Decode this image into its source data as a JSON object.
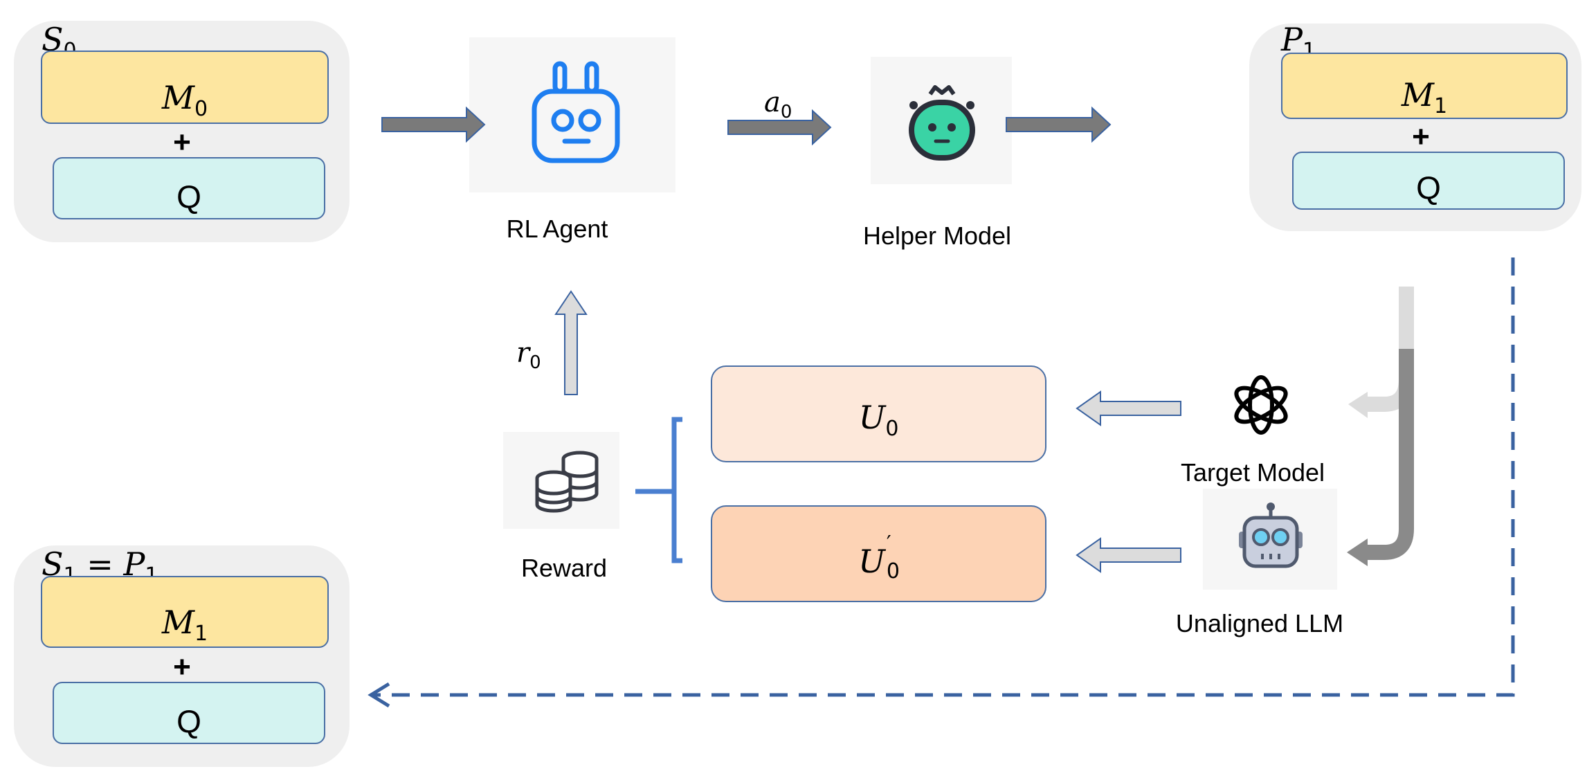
{
  "state_s0": {
    "state_label": "S",
    "state_sub": "0",
    "memory_label": "M",
    "memory_sub": "0",
    "plus": "+",
    "query": "Q"
  },
  "state_p1": {
    "state_label": "P",
    "state_sub": "1",
    "memory_label": "M",
    "memory_sub": "1",
    "plus": "+",
    "query": "Q"
  },
  "state_s1": {
    "state_label": "S",
    "state_sub": "1",
    "eq_text": "= P",
    "eq_sub": "1",
    "memory_label": "M",
    "memory_sub": "1",
    "plus": "+",
    "query": "Q"
  },
  "nodes": {
    "rl_agent": "RL Agent",
    "helper_model": "Helper Model",
    "target_model": "Target Model",
    "unaligned_llm": "Unaligned LLM",
    "reward": "Reward"
  },
  "edges": {
    "action": {
      "label": "a",
      "sub": "0"
    },
    "reward_signal": {
      "label": "r",
      "sub": "0"
    }
  },
  "outputs": {
    "u0": {
      "label": "U",
      "sub": "0"
    },
    "u0_prime": {
      "label": "U",
      "sub": "0",
      "sup": "′"
    }
  },
  "icons": [
    "robot-agent-icon",
    "helper-robot-icon",
    "openai-logo-icon",
    "robot-llm-icon",
    "coins-icon"
  ],
  "colors": {
    "panel": "#efefef",
    "memory": "#fde6a0",
    "query": "#d4f3f1",
    "u0": "#fde8da",
    "u0_prime": "#fdd3b5",
    "border": "#4a6fa5",
    "dashed": "#3a62a0",
    "bracket": "#4a7fd0",
    "gray_arrow": "#808080",
    "light_arrow": "#dcdcdc"
  }
}
